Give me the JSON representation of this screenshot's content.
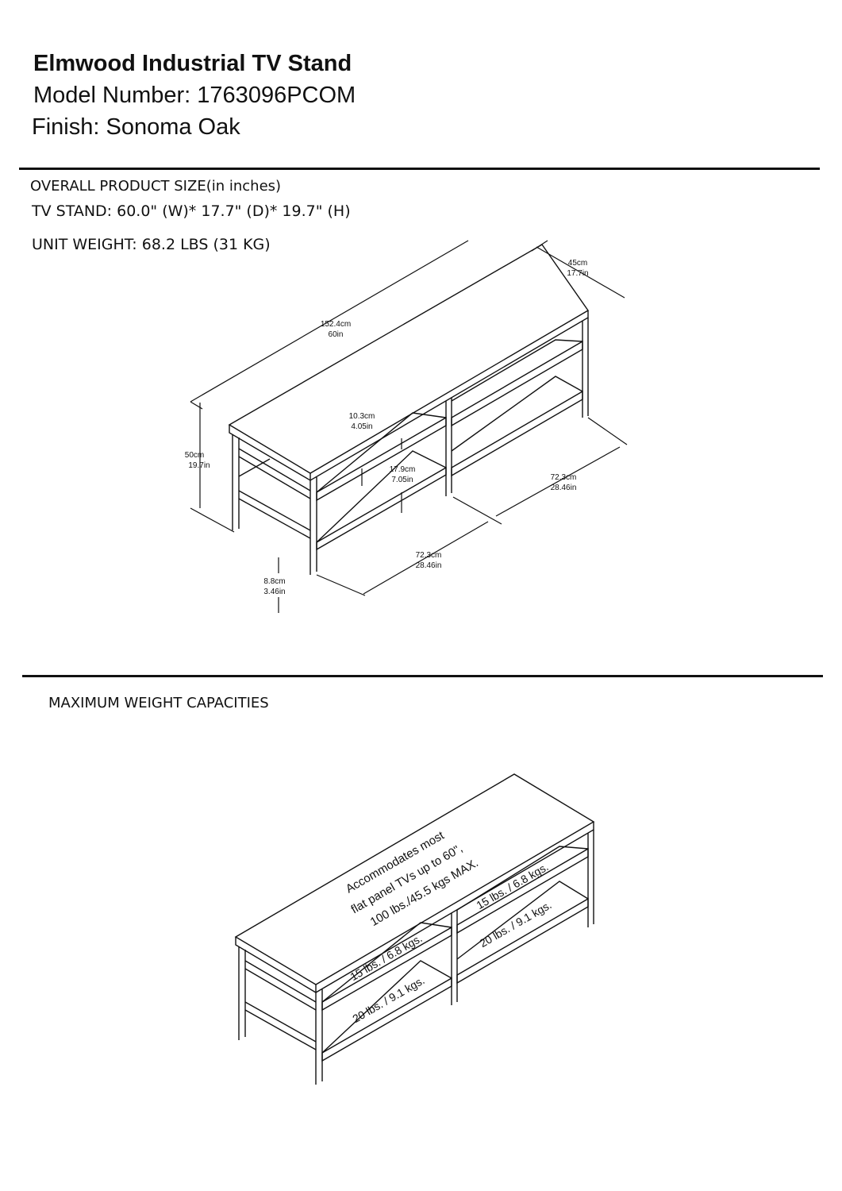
{
  "header": {
    "title": "Elmwood Industrial TV Stand",
    "model": "Model Number: 1763096PCOM",
    "finish": "Finish: Sonoma Oak"
  },
  "size_section": {
    "heading": "OVERALL PRODUCT SIZE(in inches)",
    "tv_stand": "TV STAND:   60.0\"  (W)* 17.7\"  (D)*  19.7\"  (H)",
    "unit_weight": "UNIT WEIGHT: 68.2 LBS (31 KG)"
  },
  "dimensions": {
    "depth_cm": "45cm",
    "depth_in": "17.7in",
    "width_cm": "152.4cm",
    "width_in": "60in",
    "height_cm": "50cm",
    "height_in": "19.7in",
    "shelf_top_gap_cm": "10.3cm",
    "shelf_top_gap_in": "4.05in",
    "shelf_gap_cm": "17.9cm",
    "shelf_gap_in": "7.05in",
    "right_comp_cm": "72.3cm",
    "right_comp_in": "28.46in",
    "left_comp_cm": "72.3cm",
    "left_comp_in": "28.46in",
    "clearance_cm": "8.8cm",
    "clearance_in": "3.46in"
  },
  "capacity_section": {
    "heading": "MAXIMUM WEIGHT CAPACITIES",
    "top_line1": "Accommodates most",
    "top_line2": "flat panel TVs up to 60\",",
    "top_line3": "100 lbs./45.5 kgs MAX.",
    "upper_right": "15 lbs. / 6.8 kgs.",
    "lower_right": "20 lbs. / 9.1 kgs.",
    "upper_left": "15 lbs. / 6.8 kgs.",
    "lower_left": "20 lbs. / 9.1 kgs."
  }
}
